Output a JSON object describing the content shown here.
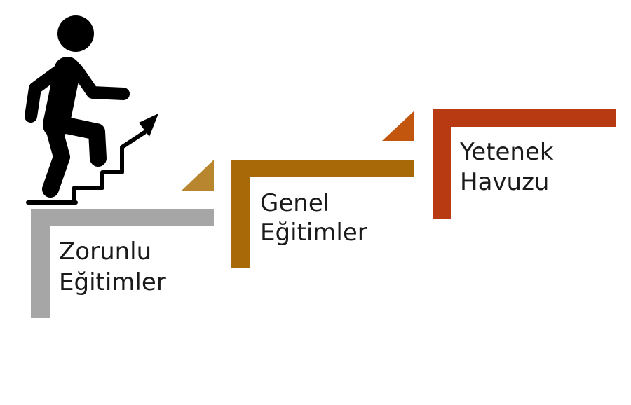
{
  "steps": [
    {
      "line1": "Zorunlu",
      "line2": "Eğitimler",
      "color": "#a6a6a6"
    },
    {
      "line1": "Genel",
      "line2": "Eğitimler",
      "color": "#a86a08"
    },
    {
      "line1": "Yetenek",
      "line2": "Havuzu",
      "color": "#b83a12"
    }
  ],
  "triangle_colors": [
    "#b8862f",
    "#c2560f"
  ],
  "icons": {
    "figure": "person-climbing-stairs-icon",
    "arrow": "stairs-arrow-icon"
  }
}
